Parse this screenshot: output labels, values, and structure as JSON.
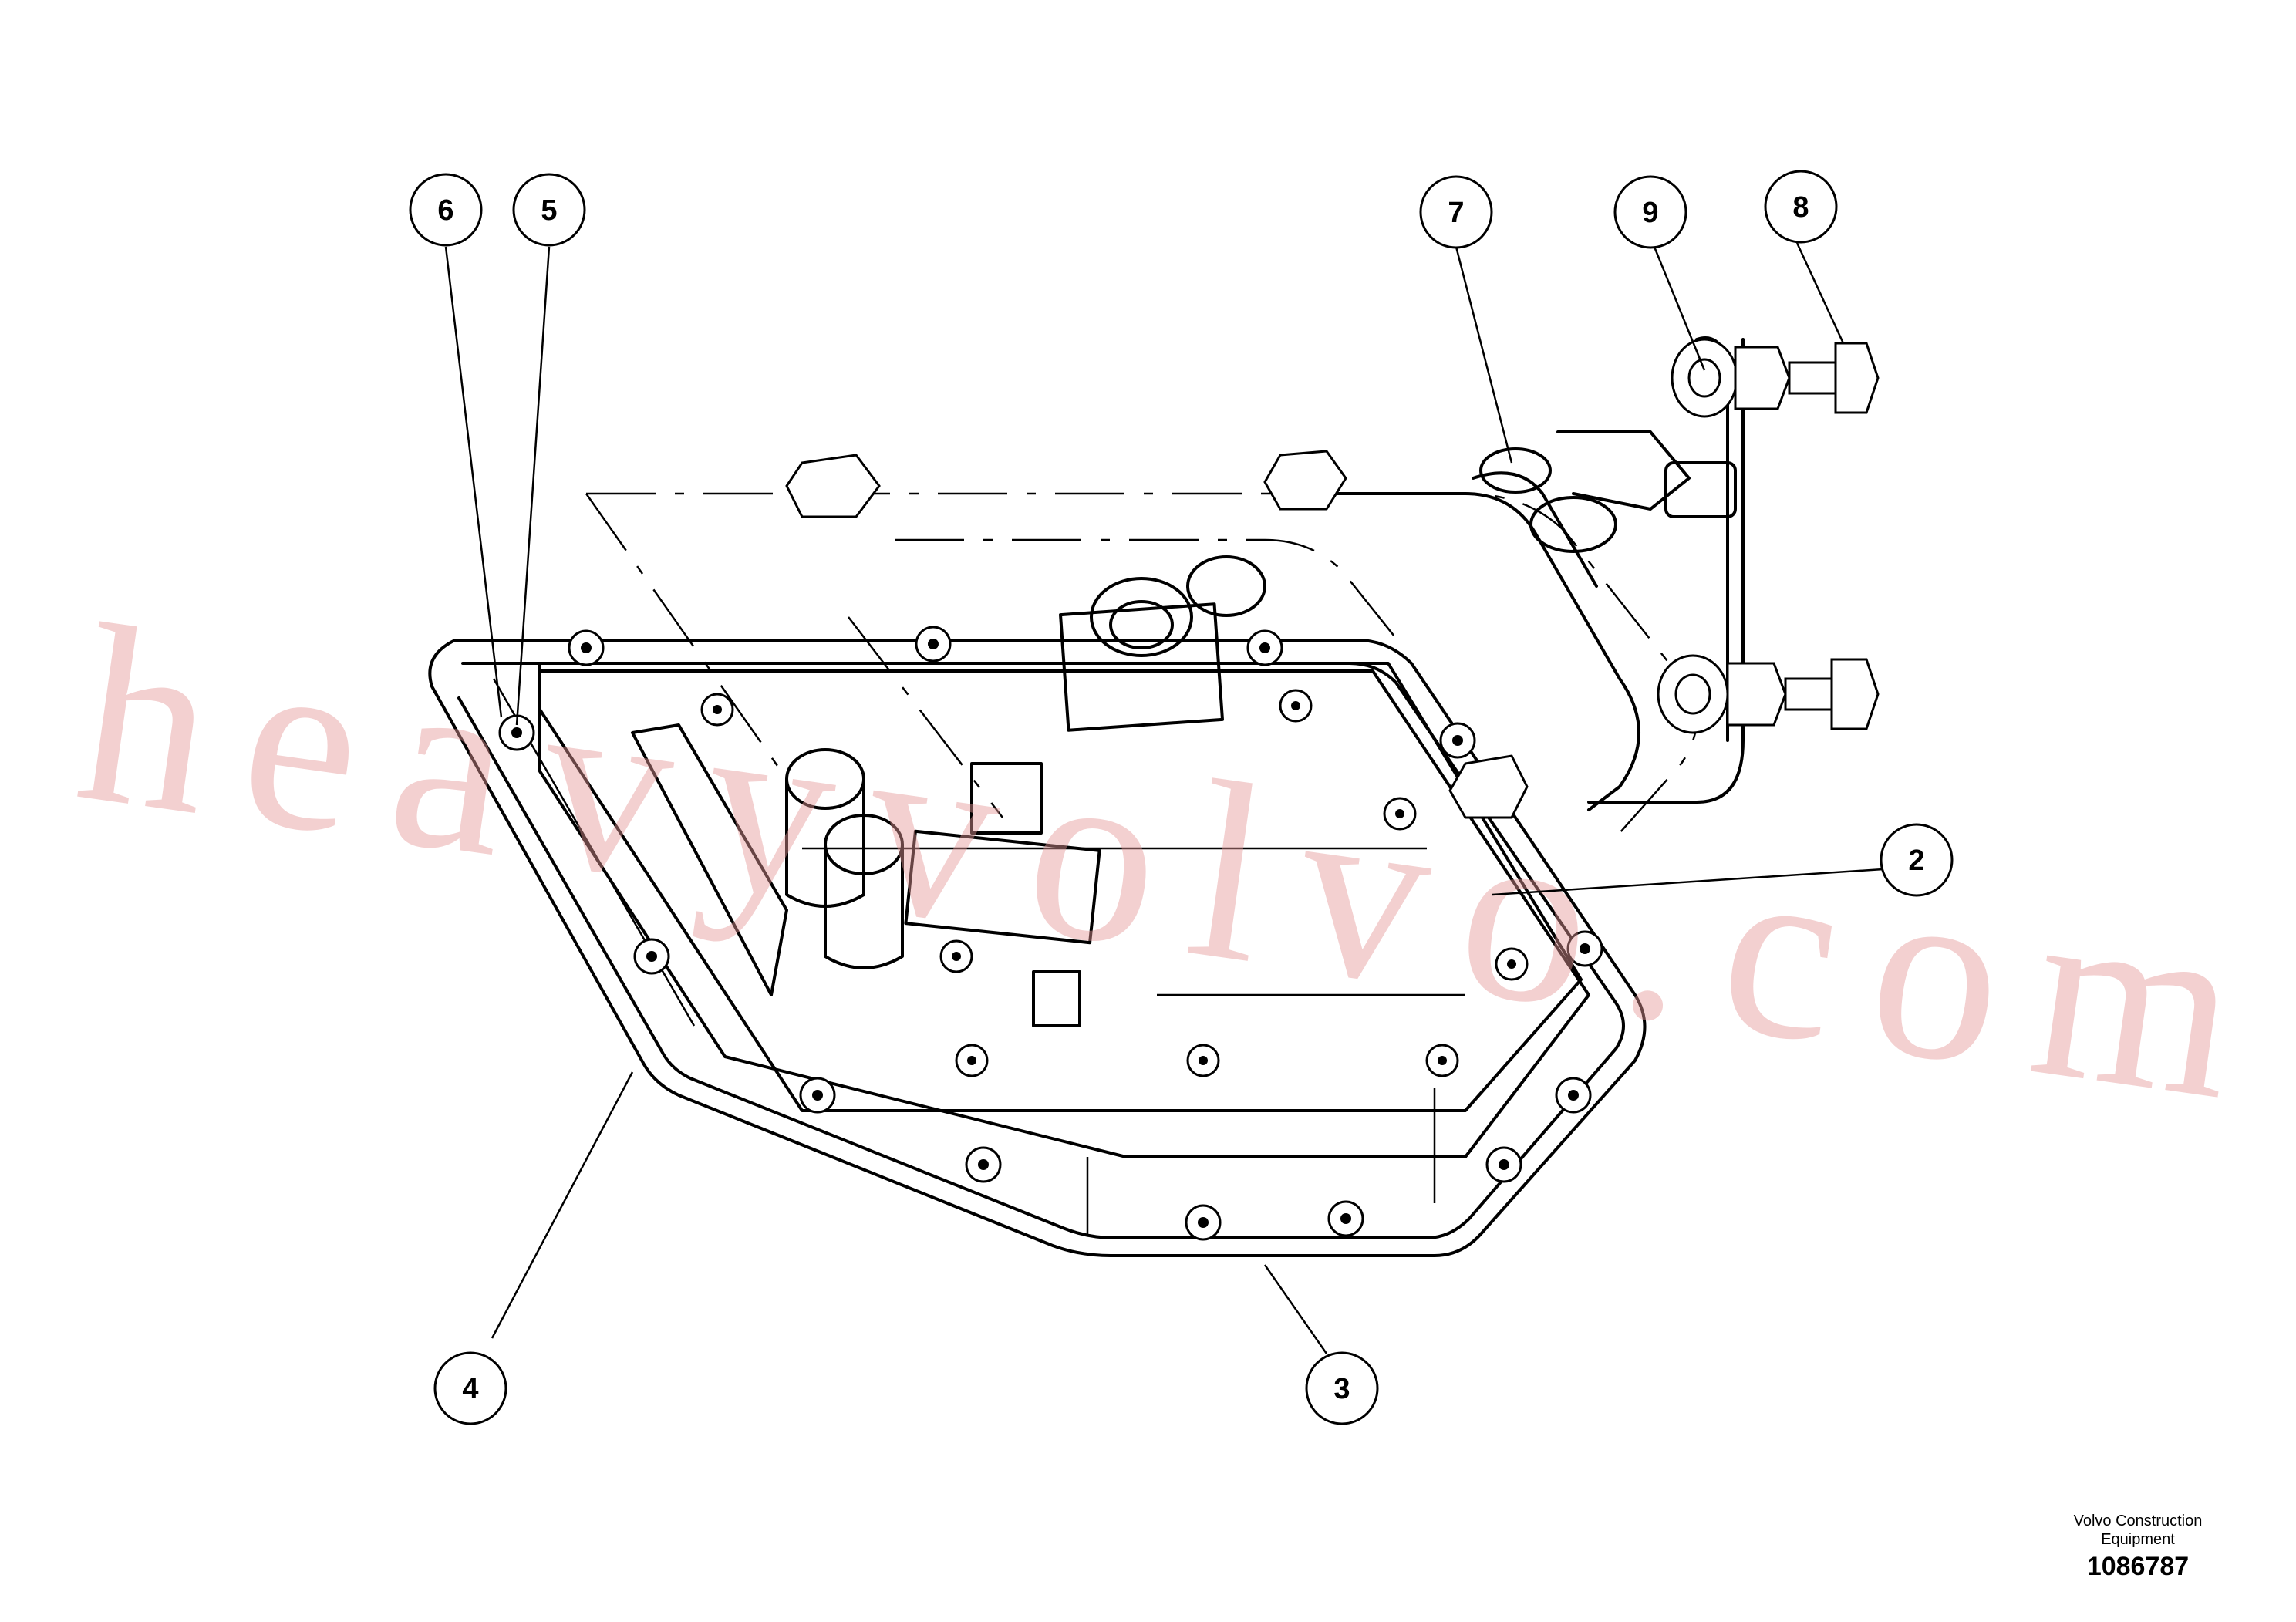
{
  "callouts": [
    {
      "label": "2"
    },
    {
      "label": "3"
    },
    {
      "label": "4"
    },
    {
      "label": "5"
    },
    {
      "label": "6"
    },
    {
      "label": "7"
    },
    {
      "label": "8"
    },
    {
      "label": "9"
    }
  ],
  "watermark": "heavyvolvo.com",
  "caption": {
    "company": "Volvo Construction Equipment",
    "drawing_number": "1086787"
  }
}
